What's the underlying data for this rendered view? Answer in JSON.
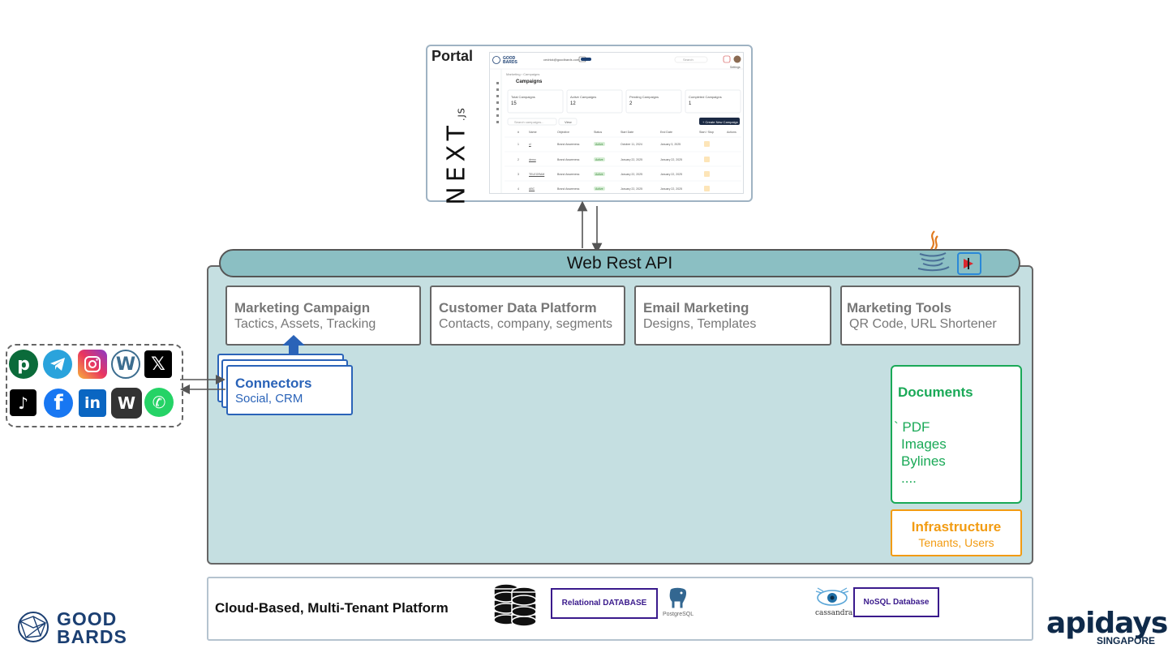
{
  "portal": {
    "title": "Portal",
    "framework": "NEXT",
    "framework_suffix": ".JS",
    "screenshot": {
      "brand": "GOOD BARDS",
      "email": "cedrick@goodbards.com",
      "search": "Search",
      "settings": "Settings",
      "breadcrumb": "Marketing  ›  Campaigns",
      "heading": "Campaigns",
      "stats": [
        {
          "label": "Total Campaigns",
          "value": "15"
        },
        {
          "label": "Active Campaigns",
          "value": "12"
        },
        {
          "label": "Pending Campaigns",
          "value": "2"
        },
        {
          "label": "Completed Campaigns",
          "value": "1"
        }
      ],
      "search_campaigns": "Search campaigns...",
      "view": "View",
      "create": "+ Create New Campaign",
      "columns": [
        "#",
        "Name",
        "Objective",
        "Status",
        "Start Date",
        "End Date",
        "Start / Stop",
        "Actions"
      ],
      "rows": [
        [
          "1",
          "x!",
          "Brand Awareness",
          "Active",
          "October 11, 2024",
          "January 3, 2025"
        ],
        [
          "2",
          "demo",
          "Brand Awareness",
          "Active",
          "January 22, 2025",
          "January 22, 2025"
        ],
        [
          "3",
          "TELEGRAM",
          "Brand Awareness",
          "Active",
          "January 22, 2025",
          "January 22, 2025"
        ],
        [
          "4",
          "ABC",
          "Brand Awareness",
          "Active",
          "January 22, 2025",
          "January 22, 2025"
        ]
      ]
    }
  },
  "api": {
    "label": "Web Rest API"
  },
  "modules": [
    {
      "title": "Marketing Campaign",
      "subtitle": "Tactics, Assets, Tracking"
    },
    {
      "title": "Customer Data Platform",
      "subtitle": "Contacts, company, segments"
    },
    {
      "title": "Email Marketing",
      "subtitle": "Designs, Templates"
    },
    {
      "title": "Marketing Tools",
      "subtitle": "QR Code, URL Shortener"
    }
  ],
  "connectors": {
    "title": "Connectors",
    "subtitle": "Social, CRM"
  },
  "documents": {
    "title": "Documents",
    "items": [
      "` PDF",
      "Images",
      "Bylines",
      "...."
    ]
  },
  "infrastructure": {
    "title": "Infrastructure",
    "subtitle": "Tenants, Users"
  },
  "social_icons": [
    "pinterest-icon",
    "telegram-icon",
    "instagram-icon",
    "wordpress-icon",
    "x-icon",
    "tiktok-icon",
    "facebook-icon",
    "linkedin-icon",
    "wordpress-dark-icon",
    "whatsapp-icon"
  ],
  "cloud": {
    "label": "Cloud-Based, Multi-Tenant Platform",
    "relational": "Relational DATABASE",
    "nosql": "NoSQL Database",
    "cassandra": "cassandra",
    "postgres": "PostgreSQL"
  },
  "logos": {
    "goodbards": [
      "GOOD",
      "BARDS"
    ],
    "apidays": "apidays",
    "apidays_sub": "SINGAPORE"
  },
  "colors": {
    "platform": "#c5dfe1",
    "api": "#8bbfc3",
    "connectors": "#2a63b8",
    "documents": "#1aa957",
    "infrastructure": "#f29b11",
    "database": "#3a1a8c"
  }
}
